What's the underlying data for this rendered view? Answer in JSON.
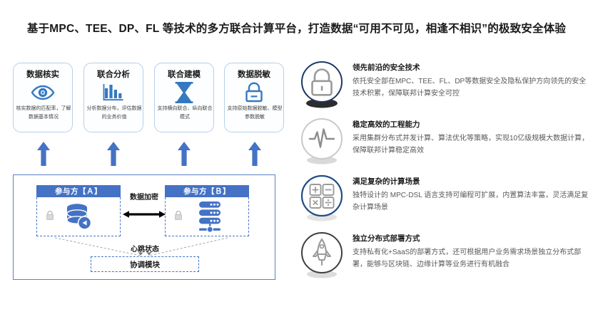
{
  "title": "基于MPC、TEE、DP、FL 等技术的多方联合计算平台，打造数据“可用不可见，相逢不相识”的极致安全体验",
  "cards": [
    {
      "title": "数据核实",
      "icon": "eye-icon",
      "desc": "核实数据的匹配率，了解数据基本情况"
    },
    {
      "title": "联合分析",
      "icon": "bar-chart-icon",
      "desc": "分析数据分布，评估数据的业务价值"
    },
    {
      "title": "联合建模",
      "icon": "hourglass-icon",
      "desc": "支持横向联合、纵向联合模式"
    },
    {
      "title": "数据脱敏",
      "icon": "lock-icon",
      "desc": "支持原始数据脱敏、模型参数脱敏"
    }
  ],
  "diagram": {
    "party_a": "参与方【Ａ】",
    "party_b": "参与方【Ｂ】",
    "encrypt_label": "数据加密",
    "heartbeat_label": "心跳状态",
    "coordinator": "协调模块",
    "party_a_icon": "database-icon",
    "party_b_icon": "server-stack-icon",
    "lock_icon": "small-lock-icon",
    "arrow_icon": "double-arrow-icon",
    "up_arrow_icon": "up-arrow-icon"
  },
  "features": [
    {
      "icon": "lock-circle-icon",
      "title": "领先前沿的安全技术",
      "desc": "依托安全部在MPC、TEE、FL、DP等数据安全及隐私保护方向领先的安全技术积累，保障联邦计算安全可控"
    },
    {
      "icon": "pulse-circle-icon",
      "title": "稳定高效的工程能力",
      "desc": "采用集群分布式并发计算、算法优化等策略，实现10亿级规模大数据计算，保障联邦计算稳定高效"
    },
    {
      "icon": "calculator-circle-icon",
      "title": "满足复杂的计算场景",
      "desc": "独特设计的 MPC-DSL 语言支持可编程可扩展，内置算法丰富，灵活满足复杂计算场景"
    },
    {
      "icon": "rocket-circle-icon",
      "title": "独立分布式部署方式",
      "desc": "支持私有化+SaaS的部署方式，还可根据用户业务需求场景独立分布式部署，能够与区块链、边缘计算等业务进行有机融合"
    }
  ],
  "colors": {
    "accent_blue": "#4472c4",
    "card_border": "#b7cfe8",
    "icon_blue": "#3579c0",
    "ring_navy": "#1f3864",
    "glyph_gray": "#9a9a9a",
    "body_text": "#595959"
  }
}
